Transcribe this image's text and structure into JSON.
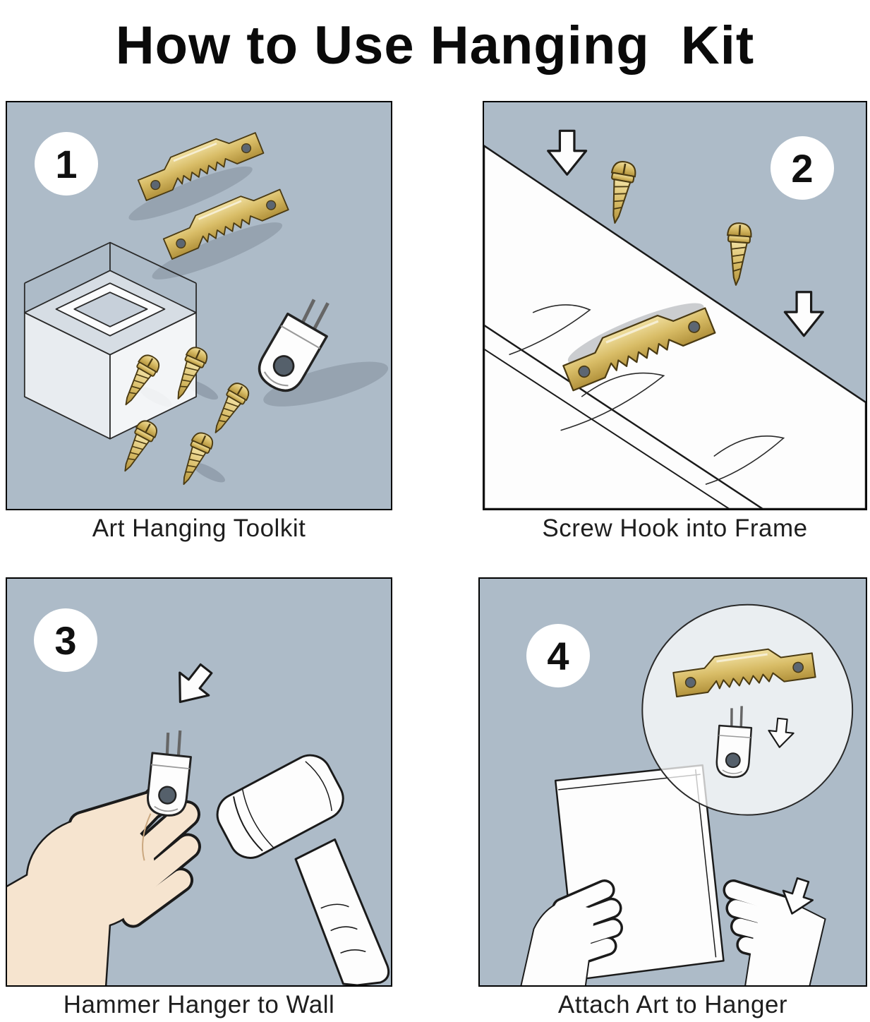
{
  "title": "How to Use Hanging  Kit",
  "colors": {
    "panel_background": "#adbbc8",
    "brass": "#d8bc66",
    "brass_dark": "#4a3a12",
    "outline": "#1a1a1a",
    "white": "#fdfdfd",
    "skin": "#f6e4cf"
  },
  "steps": [
    {
      "number": "1",
      "caption": "Art Hanging Toolkit",
      "icons": [
        "storage-case",
        "sawtooth-hanger",
        "sawtooth-hanger",
        "wall-hook",
        "screw",
        "screw",
        "screw",
        "screw",
        "screw"
      ]
    },
    {
      "number": "2",
      "caption": "Screw Hook into Frame",
      "icons": [
        "frame-board",
        "sawtooth-hanger",
        "screw",
        "screw",
        "arrow-down",
        "arrow-down"
      ]
    },
    {
      "number": "3",
      "caption": "Hammer Hanger to Wall",
      "icons": [
        "hand",
        "wall-hook",
        "hammer",
        "arrow-down"
      ]
    },
    {
      "number": "4",
      "caption": "Attach Art to Hanger",
      "icons": [
        "magnifier-detail",
        "sawtooth-hanger",
        "wall-hook",
        "arrow-down",
        "canvas",
        "hand",
        "hand",
        "arrow-down"
      ]
    }
  ]
}
